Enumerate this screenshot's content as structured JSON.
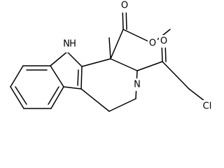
{
  "molecule": {
    "atom_labels": {
      "nh": "N",
      "nh_h": "H",
      "n_amide": "N",
      "o_ester_carbonyl": "O",
      "o_ester_ether": "O",
      "o_amide_carbonyl": "O",
      "cl": "Cl"
    },
    "colors": {
      "bond": "#000000",
      "label": "#000000",
      "background": "#ffffff"
    }
  }
}
